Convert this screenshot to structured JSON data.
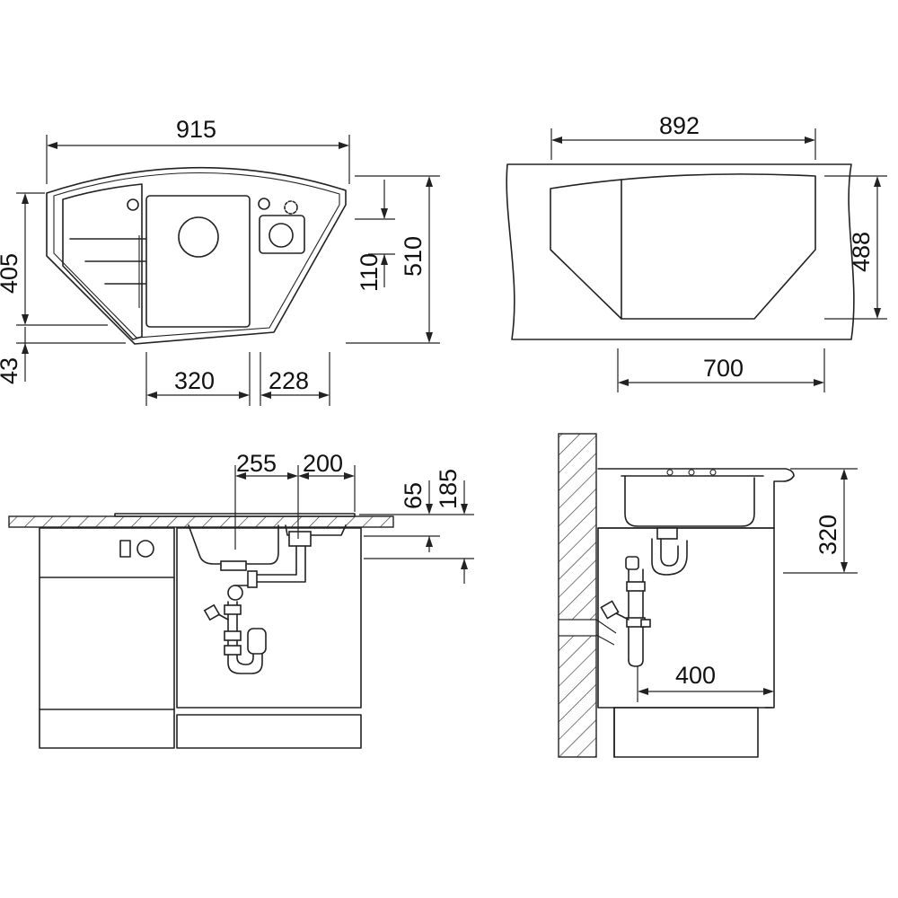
{
  "top_view": {
    "width_overall": "915",
    "depth_front": "405",
    "depth_lip": "43",
    "bowl_width": "320",
    "drainer_width": "228",
    "bowl_depth_offset": "110",
    "depth_overall": "510"
  },
  "cutout_view": {
    "cutout_width": "892",
    "cutout_depth": "488",
    "cutout_front": "700"
  },
  "front_view": {
    "drain_offset": "255",
    "overflow_offset": "200",
    "small_depth": "65",
    "bowl_depth": "185"
  },
  "side_view": {
    "installed_depth": "320",
    "cabinet_width": "400"
  }
}
